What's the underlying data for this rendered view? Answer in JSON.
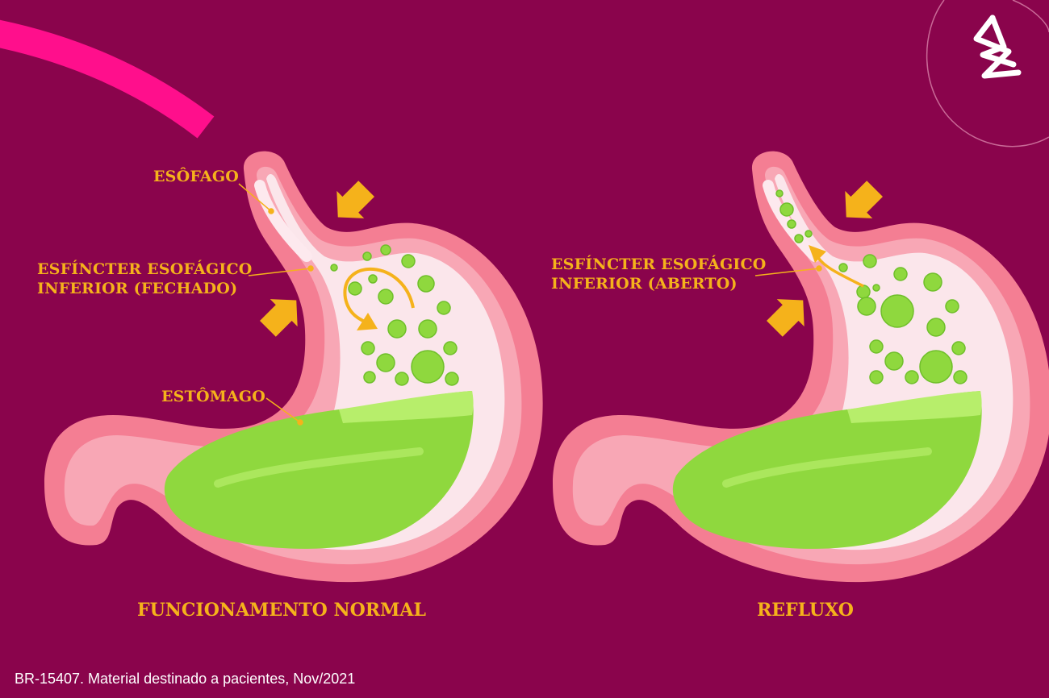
{
  "colors": {
    "background": "#8a044c",
    "accent_arc": "#ff0f8c",
    "label": "#f5b21b",
    "stomach_outer": "#f47e93",
    "stomach_inner": "#f8b6c1",
    "stomach_cavity": "#fbe3e8",
    "acid": "#8fd83e",
    "acid_light": "#b7ee6b",
    "bubble": "#8fd83e",
    "arrow": "#f5b21b",
    "footer_text": "#ffffff"
  },
  "icons": [
    "brand-logo-icon"
  ],
  "left_panel": {
    "label_esophagus": "ESÔFAGO",
    "label_sphincter_line1": "ESFÍNCTER ESOFÁGICO",
    "label_sphincter_line2": "INFERIOR (FECHADO)",
    "label_stomach": "ESTÔMAGO",
    "caption": "FUNCIONAMENTO NORMAL"
  },
  "right_panel": {
    "label_sphincter_line1": "ESFÍNCTER ESOFÁGICO",
    "label_sphincter_line2": "INFERIOR (ABERTO)",
    "caption": "REFLUXO"
  },
  "footer": {
    "text": "BR-15407. Material destinado a pacientes, Nov/2021"
  }
}
